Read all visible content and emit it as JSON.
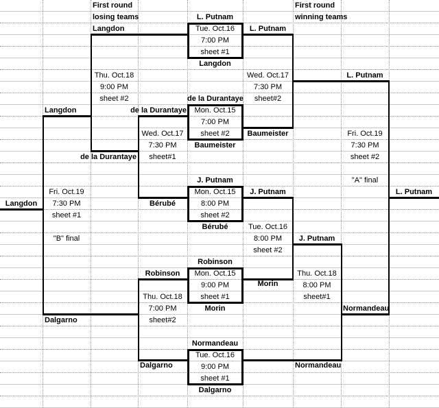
{
  "headers": {
    "losing_line1": "First round",
    "losing_line2": "losing teams",
    "winning_line1": "First round",
    "winning_line2": "winning teams"
  },
  "games": {
    "g1": {
      "team_top": "L. Putnam",
      "date": "Tue. Oct.16",
      "time": "7:00 PM",
      "sheet": "sheet #1",
      "team_bottom": "Langdon"
    },
    "g2": {
      "team_top": "de la Durantaye",
      "date": "Mon. Oct.15",
      "time": "7:00 PM",
      "sheet": "sheet #2",
      "team_bottom": "Baumeister"
    },
    "g3": {
      "team_top": "J. Putnam",
      "date": "Mon. Oct.15",
      "time": "8:00 PM",
      "sheet": "sheet #2",
      "team_bottom": "Bérubé"
    },
    "g4": {
      "team_top": "Robinson",
      "date": "Mon. Oct.15",
      "time": "9:00 PM",
      "sheet": "sheet #1",
      "team_bottom": "Morin"
    },
    "g5": {
      "team_top": "Normandeau",
      "date": "Tue. Oct.16",
      "time": "9:00 PM",
      "sheet": "sheet #1",
      "team_bottom": "Dalgarno"
    }
  },
  "winners_bracket": {
    "w1": {
      "team_top": "L. Putnam",
      "team_bottom": "Baumeister",
      "date": "Wed. Oct.17",
      "time": "7:30 PM",
      "sheet": "sheet#2"
    },
    "w2": {
      "team_top": "J. Putnam",
      "team_bottom": "Morin",
      "date": "Tue. Oct.16",
      "time": "8:00 PM",
      "sheet": "sheet #2"
    },
    "w3": {
      "team_top": "J. Putnam",
      "team_bottom": "Normandeau",
      "date": "Thu. Oct.18",
      "time": "8:00 PM",
      "sheet": "sheet#1"
    },
    "a_final": {
      "team_top": "L. Putnam",
      "team_bottom": "Normandeau",
      "date": "Fri. Oct.19",
      "time": "7:30 PM",
      "sheet": "sheet #2",
      "label": "\"A\" final",
      "champion": "L. Putnam"
    }
  },
  "losers_bracket": {
    "l1": {
      "team_top": "Langdon",
      "team_bottom": "de la Durantaye",
      "date": "Thu. Oct.18",
      "time": "9:00 PM",
      "sheet": "sheet #2"
    },
    "l2": {
      "team_top": "de la Durantaye",
      "team_bottom": "Bérubé",
      "date": "Wed. Oct.17",
      "time": "7:30 PM",
      "sheet": "sheet#1"
    },
    "l3": {
      "team_top": "Robinson",
      "team_bottom": "Dalgarno",
      "date": "Thu. Oct.18",
      "time": "7:00 PM",
      "sheet": "sheet#2"
    },
    "b_final": {
      "team_top": "Langdon",
      "team_bottom": "Dalgarno",
      "date": "Fri. Oct.19",
      "time": "7:30 PM",
      "sheet": "sheet #1",
      "label": "\"B\" final",
      "champion": "Langdon"
    }
  }
}
